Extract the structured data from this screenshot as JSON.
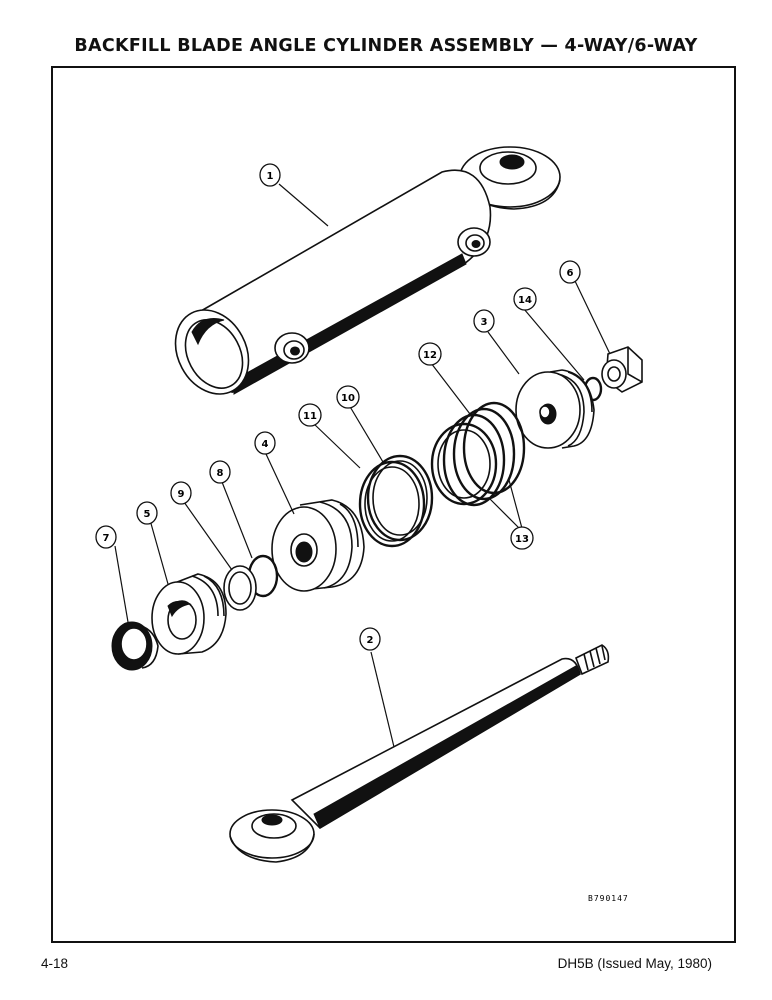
{
  "title": "BACKFILL BLADE ANGLE CYLINDER ASSEMBLY — 4-WAY/6-WAY",
  "drawing_number": "B790147",
  "footer": {
    "page": "4-18",
    "manual": "DH5B (Issued May, 1980)"
  },
  "callouts": [
    "1",
    "2",
    "3",
    "4",
    "5",
    "6",
    "7",
    "8",
    "9",
    "10",
    "11",
    "12",
    "13",
    "14"
  ]
}
